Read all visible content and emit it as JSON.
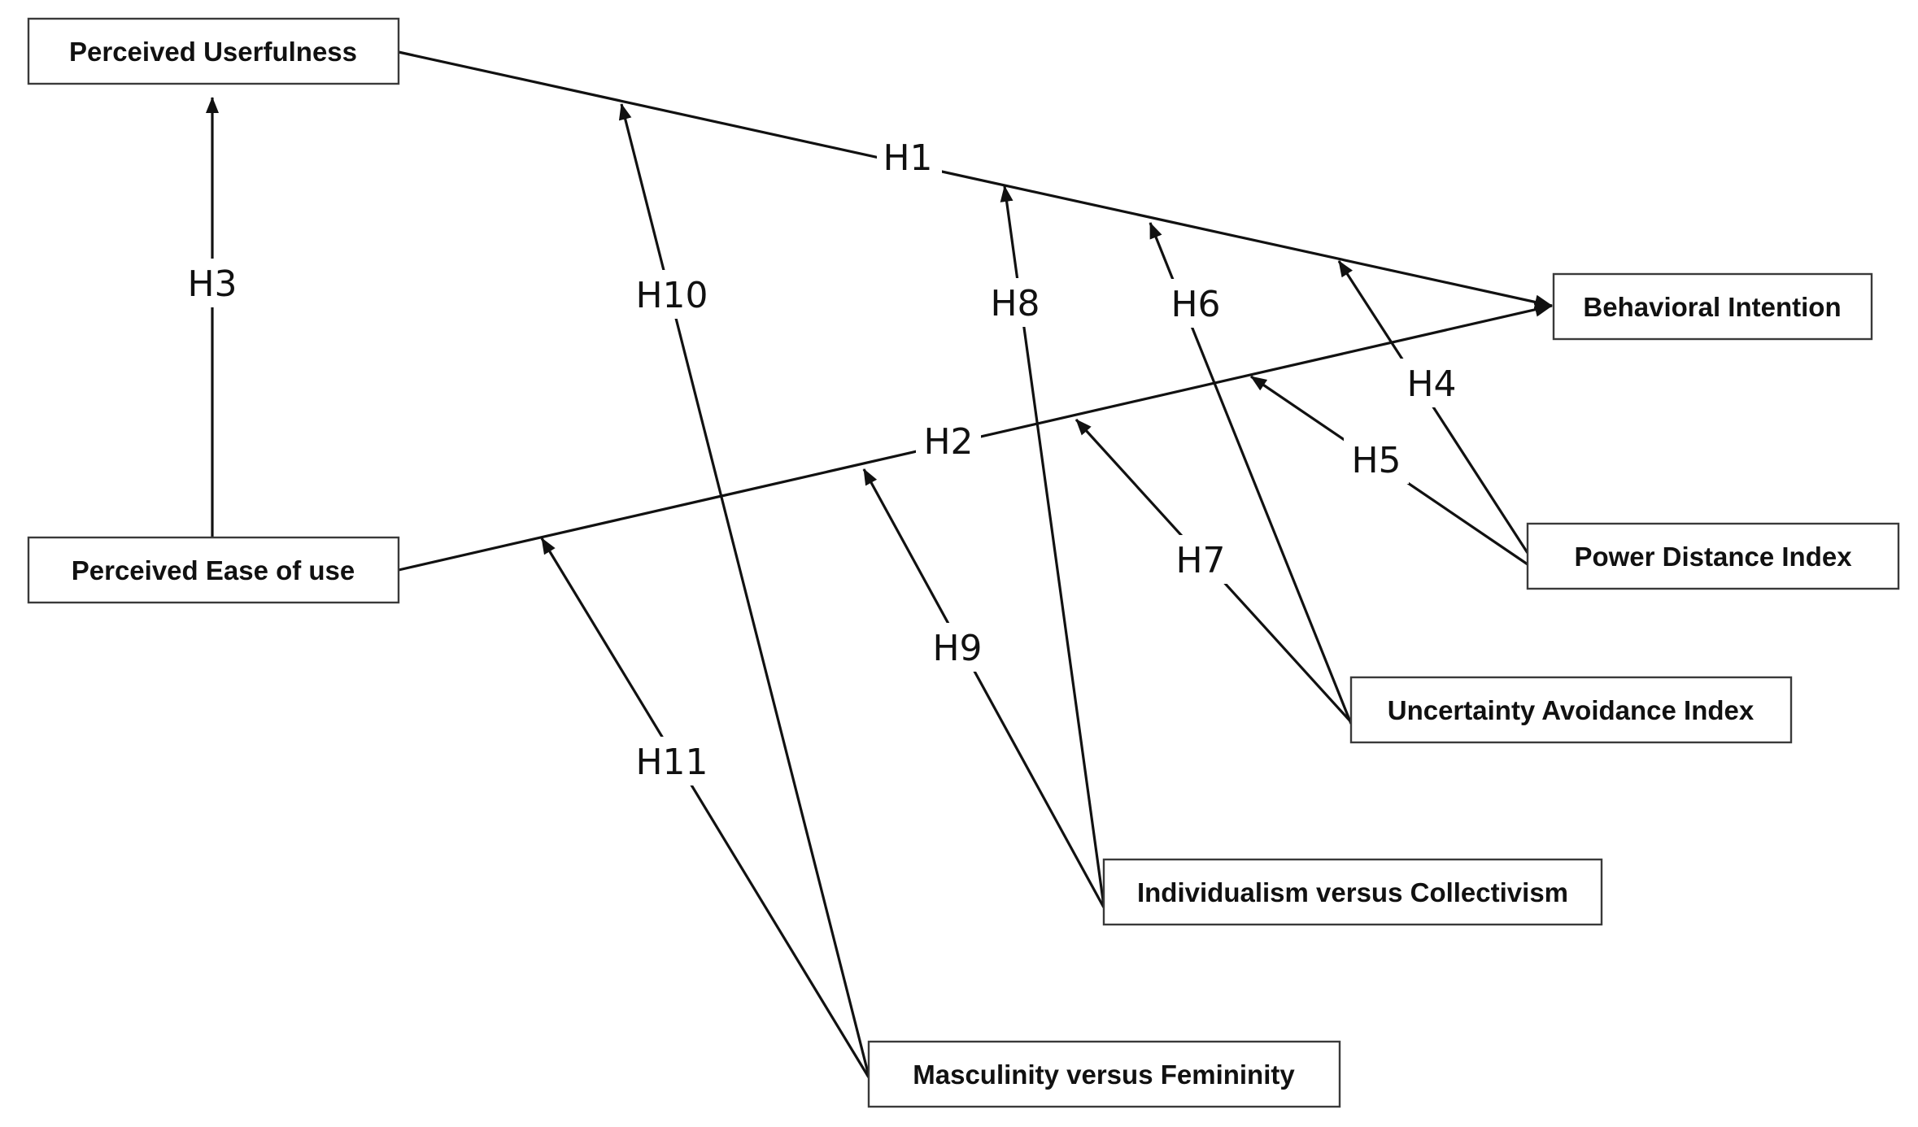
{
  "nodes": {
    "perceived_usefulness": "Perceived Userfulness",
    "perceived_ease_of_use": "Perceived Ease of use",
    "behavioral_intention": "Behavioral Intention",
    "power_distance_index": "Power Distance Index",
    "uncertainty_avoidance_index": "Uncertainty Avoidance Index",
    "individualism_vs_collectivism": "Individualism versus Collectivism",
    "masculinity_vs_femininity": "Masculinity versus Femininity"
  },
  "hypotheses": {
    "h1": "H1",
    "h2": "H2",
    "h3": "H3",
    "h4": "H4",
    "h5": "H5",
    "h6": "H6",
    "h7": "H7",
    "h8": "H8",
    "h9": "H9",
    "h10": "H10",
    "h11": "H11"
  },
  "relationships": [
    {
      "hypothesis": "H1",
      "from": "Perceived Userfulness",
      "to": "Behavioral Intention"
    },
    {
      "hypothesis": "H2",
      "from": "Perceived Ease of use",
      "to": "Behavioral Intention"
    },
    {
      "hypothesis": "H3",
      "from": "Perceived Ease of use",
      "to": "Perceived Userfulness"
    },
    {
      "hypothesis": "H4",
      "from": "Power Distance Index",
      "moderates": "H1"
    },
    {
      "hypothesis": "H5",
      "from": "Power Distance Index",
      "moderates": "H2"
    },
    {
      "hypothesis": "H6",
      "from": "Uncertainty Avoidance Index",
      "moderates": "H1"
    },
    {
      "hypothesis": "H7",
      "from": "Uncertainty Avoidance Index",
      "moderates": "H2"
    },
    {
      "hypothesis": "H8",
      "from": "Individualism versus Collectivism",
      "moderates": "H1"
    },
    {
      "hypothesis": "H9",
      "from": "Individualism versus Collectivism",
      "moderates": "H2"
    },
    {
      "hypothesis": "H10",
      "from": "Masculinity versus Femininity",
      "moderates": "H1"
    },
    {
      "hypothesis": "H11",
      "from": "Masculinity versus Femininity",
      "moderates": "H2"
    }
  ]
}
